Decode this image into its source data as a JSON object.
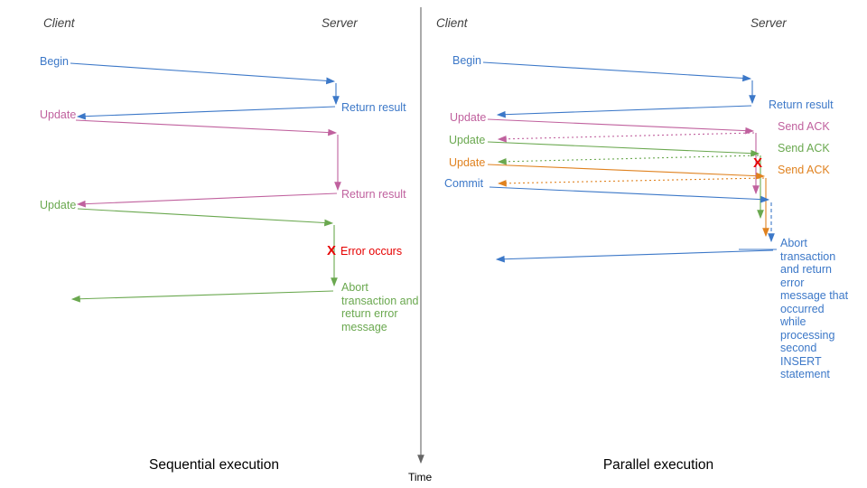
{
  "colors": {
    "blue": "#3c78c8",
    "pink": "#c0619e",
    "green": "#6aa84f",
    "orange": "#e0821f",
    "red": "#e60000",
    "axis": "#666666",
    "heading": "#3f3f3f",
    "caption": "#000000"
  },
  "time_axis_label": "Time",
  "left": {
    "caption": "Sequential execution",
    "client": "Client",
    "server": "Server",
    "messages": {
      "begin": "Begin",
      "return_result_1": "Return result",
      "update_1": "Update",
      "return_result_2": "Return result",
      "update_2": "Update",
      "error_marker": "X",
      "error_label": "Error occurs",
      "abort": "Abort transaction and return error message"
    }
  },
  "right": {
    "caption": "Parallel execution",
    "client": "Client",
    "server": "Server",
    "messages": {
      "begin": "Begin",
      "return_result": "Return result",
      "update_1": "Update",
      "send_ack_1": "Send ACK",
      "update_2": "Update",
      "send_ack_2": "Send ACK",
      "update_3": "Update",
      "send_ack_3": "Send ACK",
      "commit": "Commit",
      "error_marker": "X",
      "abort": "Abort transaction and return error message that occurred while processing second INSERT statement"
    }
  }
}
